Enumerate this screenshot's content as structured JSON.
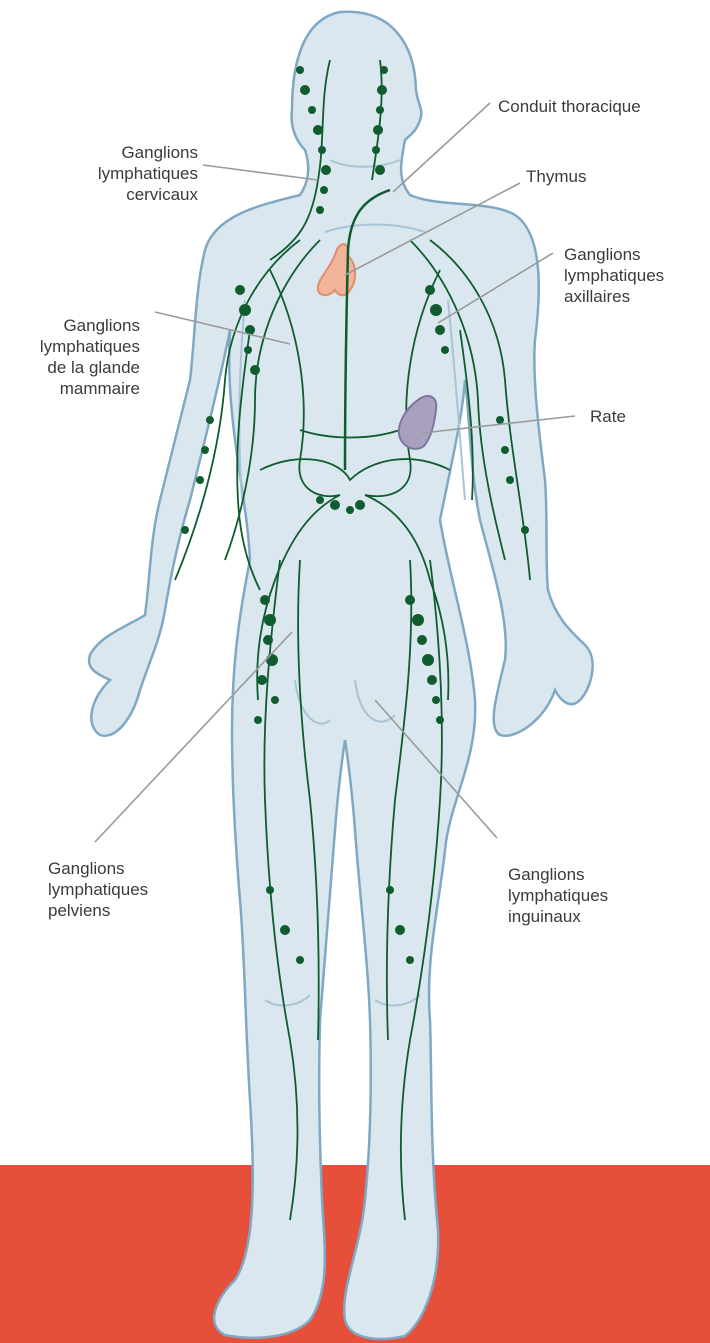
{
  "colors": {
    "background": "#ffffff",
    "floor": "#e6503a",
    "body_fill": "#dbe7ef",
    "body_outline": "#7fa8c4",
    "lymph_vessel": "#0f5c2e",
    "lymph_node": "#0f5c2e",
    "thymus": "#f2b59a",
    "spleen": "#a9a0bf",
    "leader_line": "#9a9a9a",
    "label_text": "#3b3b3b"
  },
  "labels": {
    "cervical": "Ganglions\nlymphatiques\ncervicaux",
    "thoracic_duct": "Conduit thoracique",
    "thymus": "Thymus",
    "axillary": "Ganglions\nlymphatiques\naxillaires",
    "mammary": "Ganglions\nlymphatiques\nde la glande\nmammaire",
    "spleen": "Rate",
    "pelvic": "Ganglions\nlymphatiques\npelviens",
    "inguinal": "Ganglions\nlymphatiques\ninguinaux"
  }
}
